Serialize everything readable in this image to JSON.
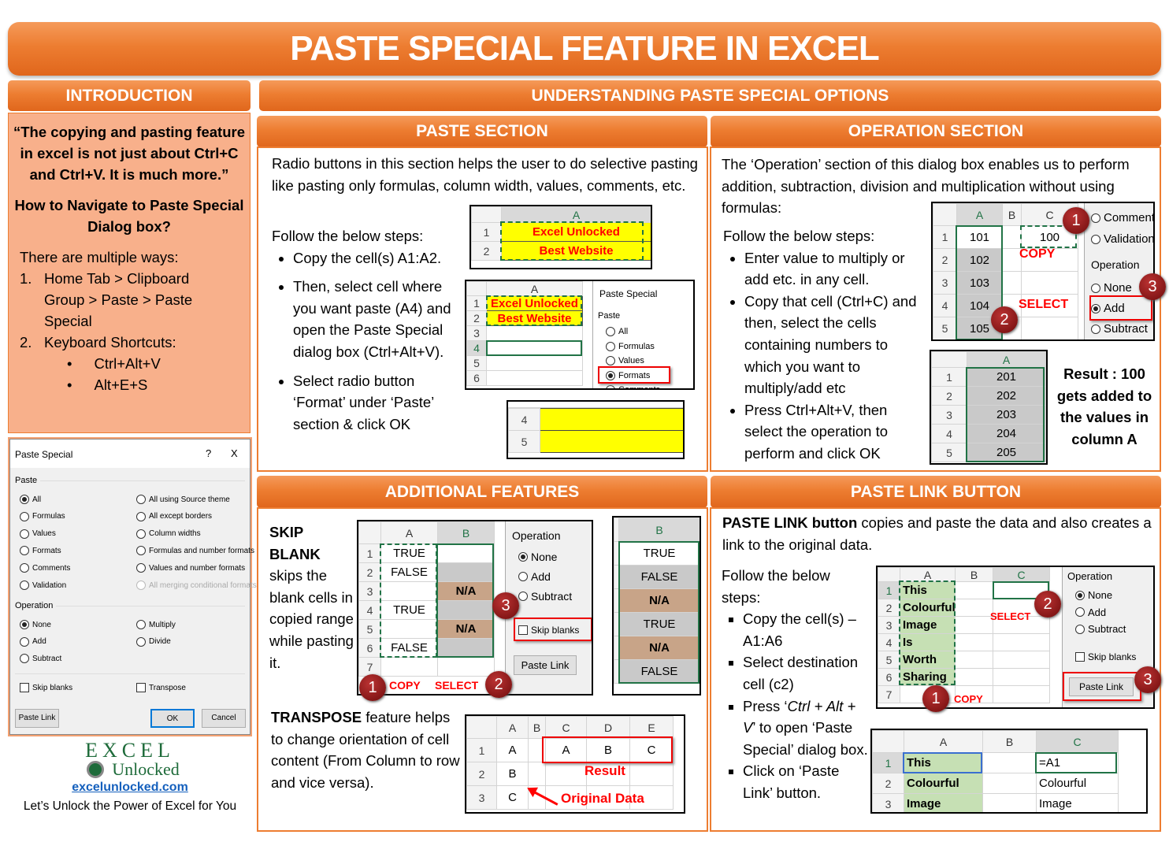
{
  "title": "PASTE SPECIAL FEATURE IN EXCEL",
  "colors": {
    "orange": "#ed7d31",
    "intro_bg": "#f8b08b",
    "badge": "#8b1a1a",
    "label_red": "#ff0000",
    "excel_green": "#217346",
    "highlight_yellow": "#ffff00"
  },
  "introduction": {
    "header": "INTRODUCTION",
    "quote": "“The copying and pasting feature in excel is not just about Ctrl+C and Ctrl+V. It is much more.”",
    "nav_heading": "How to Navigate to Paste Special Dialog box?",
    "ways_intro": "There are multiple ways:",
    "ways": [
      "Home Tab > Clipboard Group > Paste > Paste Special",
      "Keyboard Shortcuts:"
    ],
    "shortcuts": [
      "Ctrl+Alt+V",
      "Alt+E+S"
    ]
  },
  "dialog": {
    "title": "Paste Special",
    "help": "?",
    "close": "X",
    "paste_label": "Paste",
    "paste_left": [
      "All",
      "Formulas",
      "Values",
      "Formats",
      "Comments",
      "Validation"
    ],
    "paste_right": [
      "All using Source theme",
      "All except borders",
      "Column widths",
      "Formulas and number formats",
      "Values and number formats",
      "All merging conditional formats"
    ],
    "paste_selected": "All",
    "operation_label": "Operation",
    "operation_left": [
      "None",
      "Add",
      "Subtract"
    ],
    "operation_right": [
      "Multiply",
      "Divide"
    ],
    "operation_selected": "None",
    "skip_blanks": "Skip blanks",
    "transpose": "Transpose",
    "paste_link": "Paste Link",
    "ok": "OK",
    "cancel": "Cancel"
  },
  "logo": {
    "line1": "EXCEL",
    "line2": "Unlocked",
    "url": "excelunlocked.com",
    "tagline": "Let’s Unlock the Power of Excel for You"
  },
  "understanding": {
    "header": "UNDERSTANDING PASTE SPECIAL OPTIONS"
  },
  "paste_section": {
    "header": "PASTE SECTION",
    "intro": "Radio buttons in this section helps the user to do selective pasting like pasting only formulas, column width, values, comments, etc.",
    "steps_heading": "Follow the below steps:",
    "steps": [
      "Copy the cell(s) A1:A2.",
      "Then, select cell where you want paste (A4) and open the Paste Special dialog box (Ctrl+Alt+V).",
      "Select radio button ‘Format’ under ‘Paste’ section & click OK"
    ],
    "sheet1": {
      "cols": [
        "A"
      ],
      "rows": [
        [
          "1",
          "Excel Unlocked"
        ],
        [
          "2",
          "Best Website"
        ]
      ]
    },
    "sheet2": {
      "cols": [
        "A"
      ],
      "rows": [
        [
          "1",
          "Excel Unlocked"
        ],
        [
          "2",
          "Best Website"
        ],
        [
          "3",
          ""
        ],
        [
          "4",
          ""
        ],
        [
          "5",
          ""
        ],
        [
          "6",
          ""
        ]
      ]
    },
    "dialog": {
      "title": "Paste Special",
      "group": "Paste",
      "options": [
        "All",
        "Formulas",
        "Values",
        "Formats",
        "Comments"
      ],
      "selected": "Formats"
    },
    "sheet3": {
      "rows": [
        [
          "4",
          ""
        ],
        [
          "5",
          ""
        ]
      ]
    }
  },
  "operation_section": {
    "header": "OPERATION SECTION",
    "intro": "The ‘Operation’ section of this dialog box enables us to perform addition, subtraction, division and multiplication without using formulas:",
    "steps_heading": "Follow the below steps:",
    "steps": [
      "Enter value to multiply or add etc. in any cell.",
      "Copy that cell (Ctrl+C) and then, select the cells containing numbers to which you want to multiply/add etc",
      "Press Ctrl+Alt+V, then select the operation to perform and click OK"
    ],
    "sheet1": {
      "cols": [
        "A",
        "B",
        "C"
      ],
      "rows": [
        [
          "1",
          "101",
          "",
          "100"
        ],
        [
          "2",
          "102",
          "",
          ""
        ],
        [
          "3",
          "103",
          "",
          ""
        ],
        [
          "4",
          "104",
          "",
          ""
        ],
        [
          "5",
          "105",
          "",
          ""
        ]
      ]
    },
    "copy_label": "COPY",
    "select_label": "SELECT",
    "dialog": {
      "options_top": [
        "Comments",
        "Validation"
      ],
      "group": "Operation",
      "options": [
        "None",
        "Add",
        "Subtract"
      ],
      "selected": "Add"
    },
    "badges": [
      "1",
      "2",
      "3"
    ],
    "sheet2": {
      "cols": [
        "A"
      ],
      "rows": [
        [
          "1",
          "201"
        ],
        [
          "2",
          "202"
        ],
        [
          "3",
          "203"
        ],
        [
          "4",
          "204"
        ],
        [
          "5",
          "205"
        ]
      ]
    },
    "result": "Result : 100 gets added to the values in column A"
  },
  "additional_features": {
    "header": "ADDITIONAL FEATURES",
    "skip_title": "SKIP BLANK",
    "skip_text": "skips the blank cells in copied range while pasting it.",
    "transpose_title": "TRANSPOSE",
    "transpose_text": "feature helps to change orientation of cell content (From Column to row and vice versa).",
    "sheet1": {
      "cols": [
        "A",
        "B"
      ],
      "rows": [
        [
          "1",
          "TRUE",
          ""
        ],
        [
          "2",
          "FALSE",
          ""
        ],
        [
          "3",
          "",
          "N/A"
        ],
        [
          "4",
          "TRUE",
          ""
        ],
        [
          "5",
          "",
          "N/A"
        ],
        [
          "6",
          "FALSE",
          ""
        ],
        [
          "7",
          "",
          ""
        ]
      ]
    },
    "dialog": {
      "group": "Operation",
      "options": [
        "None",
        "Add",
        "Subtract"
      ],
      "selected": "None",
      "skip_blanks": "Skip blanks",
      "paste_link": "Paste Link"
    },
    "copy_label": "COPY",
    "select_label": "SELECT",
    "badges": [
      "1",
      "2",
      "3"
    ],
    "sheet2": {
      "cols": [
        "B"
      ],
      "rows": [
        [
          "",
          "TRUE"
        ],
        [
          "",
          "FALSE"
        ],
        [
          "",
          "N/A"
        ],
        [
          "",
          "TRUE"
        ],
        [
          "",
          "N/A"
        ],
        [
          "",
          "FALSE"
        ]
      ]
    },
    "sheet3": {
      "cols": [
        "A",
        "B",
        "C",
        "D",
        "E"
      ],
      "rows": [
        [
          "1",
          "A",
          "",
          "A",
          "B",
          "C"
        ],
        [
          "2",
          "B",
          "",
          "",
          "",
          ""
        ],
        [
          "3",
          "C",
          "",
          "",
          "",
          ""
        ]
      ]
    },
    "result_label": "Result",
    "original_label": "Original Data"
  },
  "paste_link": {
    "header": "PASTE LINK BUTTON",
    "intro_bold": "PASTE LINK button",
    "intro": " copies and paste the data and also creates a link to the original data.",
    "steps_heading": "Follow the below steps:",
    "steps": [
      "Copy the cell(s) – A1:A6",
      "Select destination cell (c2)"
    ],
    "step3_pre": "Press ‘",
    "step3_keys": "Ctrl + Alt + V",
    "step3_post": "’ to open ‘Paste Special’ dialog box.",
    "step4": "Click on ‘Paste Link’ button.",
    "sheet1": {
      "cols": [
        "A",
        "B",
        "C"
      ],
      "rows": [
        [
          "1",
          "This",
          "",
          ""
        ],
        [
          "2",
          "Colourful",
          "",
          ""
        ],
        [
          "3",
          "Image",
          "",
          ""
        ],
        [
          "4",
          "Is",
          "",
          ""
        ],
        [
          "5",
          "Worth",
          "",
          ""
        ],
        [
          "6",
          "Sharing",
          "",
          ""
        ],
        [
          "7",
          "",
          "",
          ""
        ]
      ]
    },
    "dialog": {
      "group": "Operation",
      "options": [
        "None",
        "Add",
        "Subtract"
      ],
      "selected": "None",
      "skip_blanks": "Skip blanks",
      "paste_link": "Paste Link"
    },
    "copy_label": "COPY",
    "select_label": "SELECT",
    "badges": [
      "1",
      "2",
      "3"
    ],
    "sheet2": {
      "cols": [
        "A",
        "B",
        "C"
      ],
      "rows": [
        [
          "1",
          "This",
          "",
          "=A1"
        ],
        [
          "2",
          "Colourful",
          "",
          "Colourful"
        ],
        [
          "3",
          "Image",
          "",
          "Image"
        ]
      ]
    }
  }
}
